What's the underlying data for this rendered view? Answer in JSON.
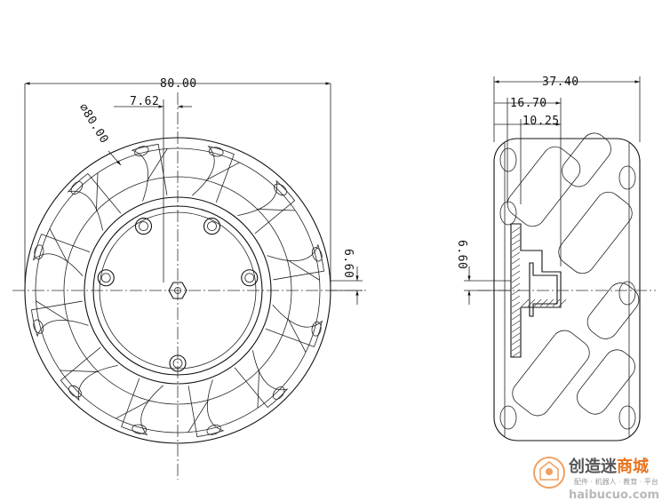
{
  "front_view": {
    "overall_width": "80.00",
    "hole_offset": "7.62",
    "diameter": "⌀80.00",
    "center_offset": "6.60"
  },
  "side_view": {
    "overall_width": "37.40",
    "hub_depth": "16.70",
    "hub_offset": "10.25",
    "center_offset": "6.60"
  },
  "watermark": {
    "brand_main": "创造迷",
    "brand_accent": "商城",
    "tagline": "配件 · 机器人 · 教育 · 平台",
    "url": "haibucuo.com",
    "accent_color": "#e8741e"
  }
}
